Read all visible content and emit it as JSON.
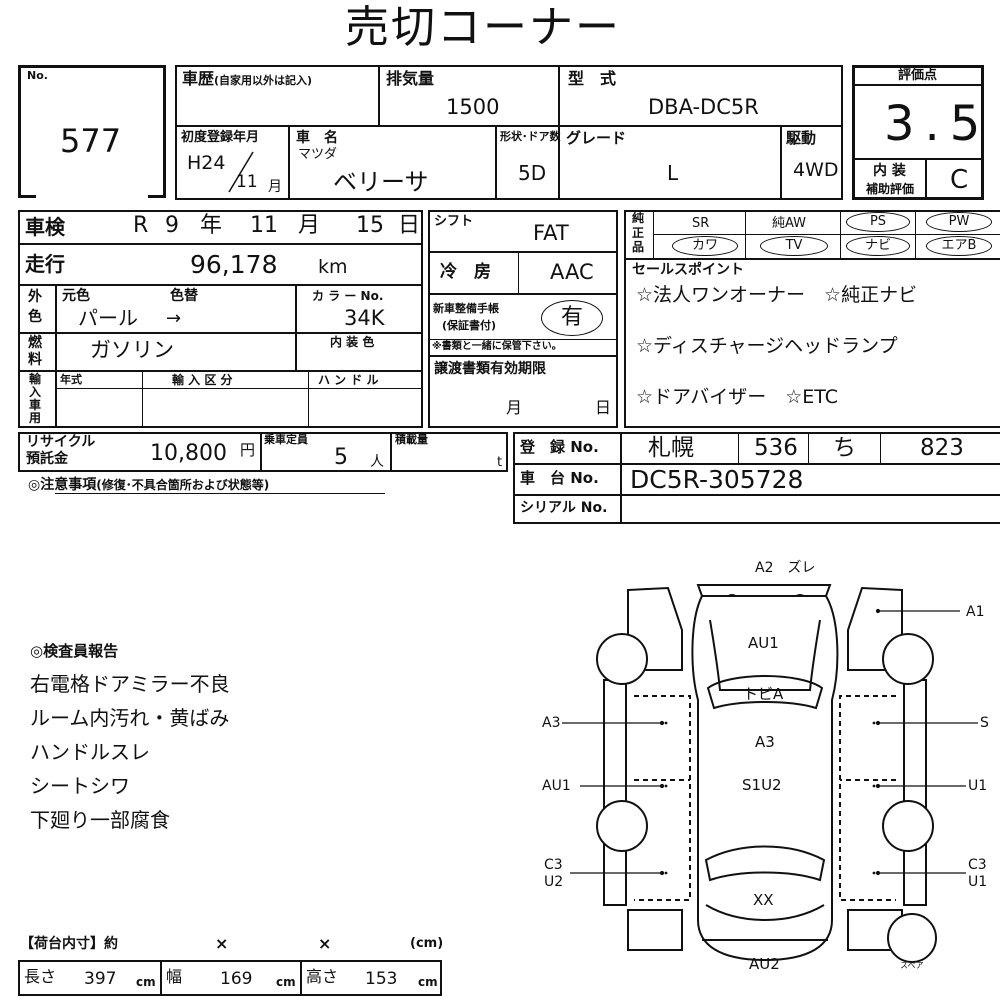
{
  "title": "売切コーナー",
  "no": {
    "label": "No.",
    "value": "577"
  },
  "history": {
    "label": "車歴",
    "note": "(自家用以外は記入)"
  },
  "displacement": {
    "label": "排気量",
    "value": "1500"
  },
  "model_type": {
    "label": "型　式",
    "value": "DBA-DC5R"
  },
  "score": {
    "label": "評価点",
    "value": "3.5",
    "interior_label1": "内 装",
    "interior_label2": "補助評価",
    "interior_value": "C"
  },
  "first_reg": {
    "label": "初度登録年月",
    "era": "H24",
    "month": "11",
    "month_unit": "月"
  },
  "car_name": {
    "label": "車　名",
    "maker": "マツダ",
    "value": "ベリーサ"
  },
  "body": {
    "label": "形状･ドア数",
    "value": "5D"
  },
  "grade": {
    "label": "グレード",
    "value": "L"
  },
  "drive": {
    "label": "駆動",
    "value": "4WD"
  },
  "inspection": {
    "label": "車検",
    "era": "R",
    "year": "9",
    "year_unit": "年",
    "month": "11",
    "month_unit": "月",
    "day": "15",
    "day_unit": "日"
  },
  "shift": {
    "label": "シフト",
    "value": "FAT"
  },
  "genuine": {
    "label1": "純",
    "label2": "正",
    "label3": "品",
    "items": [
      "SR",
      "純AW",
      "PS",
      "PW",
      "カワ",
      "TV",
      "ナビ",
      "エアB"
    ]
  },
  "mileage": {
    "label": "走行",
    "value": "96,178",
    "unit": "km"
  },
  "ac": {
    "label": "冷　房",
    "value": "AAC"
  },
  "sales_points": {
    "label": "セールスポイント",
    "items": [
      "☆法人ワンオーナー　☆純正ナビ",
      "☆ディスチャージヘッドランプ",
      "☆ドアバイザー　☆ETC"
    ]
  },
  "color": {
    "label1": "外",
    "label2": "色",
    "orig_label": "元色",
    "change_label": "色替",
    "orig_value": "パール",
    "arrow": "→",
    "code_label": "カ ラ ー No.",
    "code_value": "34K",
    "interior_label": "内 装 色"
  },
  "maintenance": {
    "label1": "新車整備手帳",
    "label2": "(保証書付)",
    "value": "有",
    "note": "※書類と一緒に保管下さい。"
  },
  "fuel": {
    "label1": "燃",
    "label2": "料",
    "value": "ガソリン"
  },
  "import": {
    "label1": "輸",
    "label2": "入",
    "label3": "車",
    "label4": "用",
    "year_label": "年式",
    "class_label": "輸 入 区 分",
    "handle_label": "ハ ン ド ル"
  },
  "transfer_docs": {
    "label": "譲渡書類有効期限",
    "month": "月",
    "day": "日"
  },
  "recycle": {
    "label1": "リサイクル",
    "label2": "預託金",
    "value": "10,800",
    "unit": "円"
  },
  "capacity": {
    "label": "乗車定員",
    "value": "5",
    "unit": "人"
  },
  "load": {
    "label": "積載量",
    "unit": "t"
  },
  "registration": {
    "label": "登　録 No.",
    "place": "札幌",
    "num1": "536",
    "kana": "ち",
    "num2": "823"
  },
  "chassis": {
    "label": "車　台 No.",
    "value": "DC5R-305728"
  },
  "serial": {
    "label": "シリアル No."
  },
  "caution": {
    "label": "◎注意事項",
    "note": "(修復･不具合箇所および状態等)"
  },
  "inspector": {
    "title": "◎検査員報告",
    "items": [
      "右電格ドアミラー不良",
      "ルーム内汚れ・黄ばみ",
      "ハンドルスレ",
      "シートシワ",
      "下廻り一部腐食"
    ]
  },
  "cargo": {
    "title": "【荷台内寸】約",
    "x1": "×",
    "x2": "×",
    "unit_label": "(cm)",
    "length_label": "長さ",
    "length": "397",
    "width_label": "幅",
    "width": "169",
    "height_label": "高さ",
    "height": "153",
    "cm": "cm"
  },
  "diagram": {
    "top_label": "A2　ズレ",
    "au1_top": "AU1",
    "tobi": "トビA",
    "a3_center": "A3",
    "s1u2": "S1U2",
    "xx": "XX",
    "au2": "AU2",
    "left_a3": "A3",
    "left_au1": "AU1",
    "left_c3": "C3",
    "left_u2": "U2",
    "right_a1": "A1",
    "right_s": "S",
    "right_u1": "U1",
    "right_c3": "C3",
    "right_u1b": "U1",
    "spare": "スペア"
  }
}
